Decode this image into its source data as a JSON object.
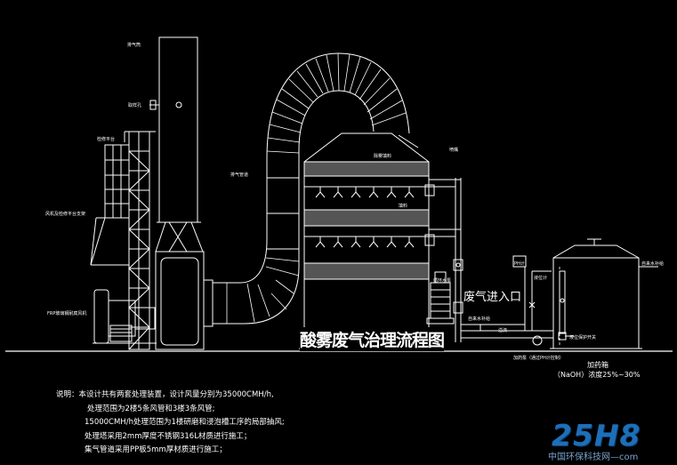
{
  "diagram": {
    "title": "酸雾废气治理流程图",
    "inlet_label": "废气进入口",
    "labels": {
      "chimney_top": "排气筒",
      "sample_port": "取样孔",
      "platform_top": "检修平台",
      "fan_support": "风机及检修平台支架",
      "fan": "FRP玻璃钢耐腐风机",
      "exhaust_duct": "排气管道",
      "demister": "除雾填料",
      "packing": "填料",
      "spray": "喷嘴",
      "pump": "循环水泵",
      "water_supply": "自来水补给",
      "dosing_pump": "加药泵（通过PH计控制）",
      "ph_meter": "PH计",
      "level_switch": "液位保护开关",
      "tank_level": "液位计",
      "tank_pipe": "自来水补给",
      "overflow": "溢流"
    },
    "tank": {
      "name": "加药箱",
      "concentration": "（NaOH）浓度25%~30%"
    },
    "notes": [
      "说明：本设计共有两套处理装置，设计风量分别为35000CMH/h,",
      "处理范围为2楼5条风管和3楼3条风管;",
      "15000CMH/h处理范围为1楼研磨和浸泡槽工序的局部抽风;",
      "处理塔采用2mm厚度不锈钢316L材质进行施工；",
      "集气管道采用PP板5mm厚材质进行施工；"
    ],
    "watermark": {
      "logo": "25H8",
      "text": "中国环保科技网—com"
    }
  }
}
